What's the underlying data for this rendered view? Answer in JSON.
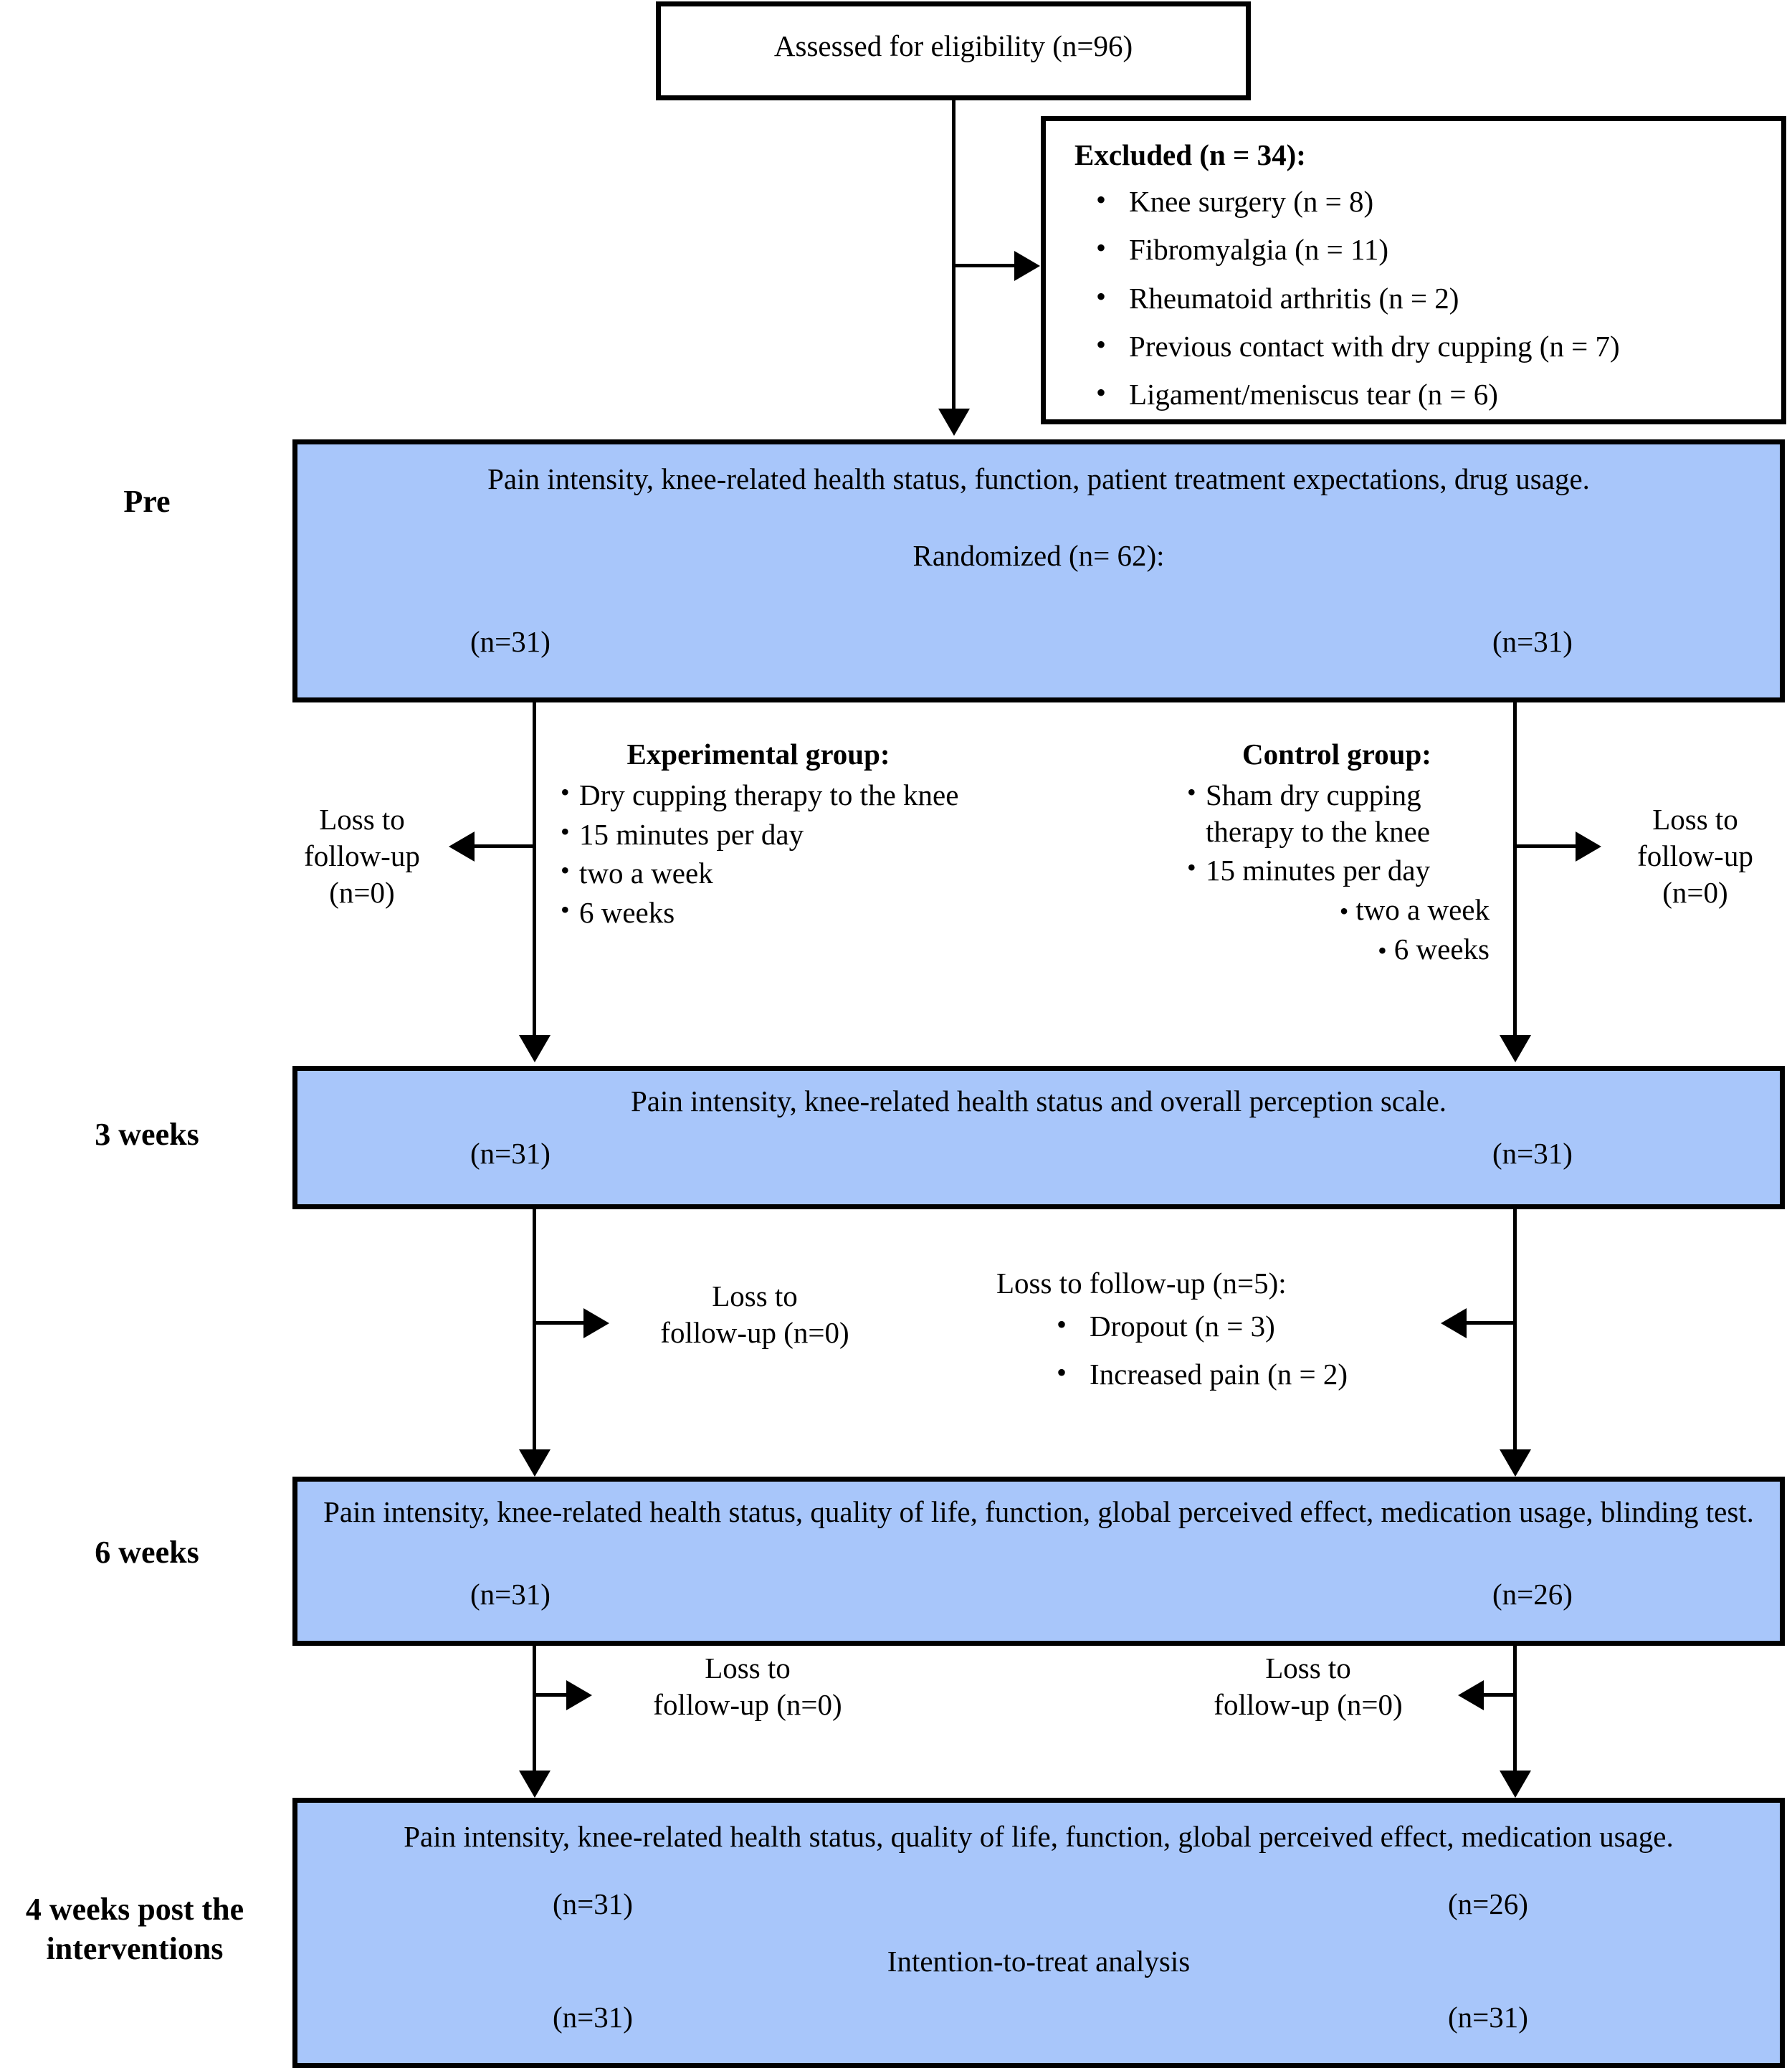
{
  "diagram": {
    "title": "CONSORT participant flow diagram",
    "box_fill_color": "#A8C6FA",
    "border_color": "#000000"
  },
  "stage_labels": {
    "pre": "Pre",
    "week3": "3 weeks",
    "week6": "6 weeks",
    "post": "4 weeks post the interventions"
  },
  "enrollment": {
    "assessed": "Assessed for eligibility (n=96)",
    "excluded_title": "Excluded (n = 34):",
    "excluded_reasons": [
      "Knee surgery (n = 8)",
      "Fibromyalgia (n = 11)",
      "Rheumatoid arthritis (n = 2)",
      "Previous contact with dry cupping (n = 7)",
      "Ligament/meniscus tear (n = 6)"
    ]
  },
  "pre_box": {
    "outcomes": "Pain intensity, knee-related health status, function, patient treatment expectations, drug usage.",
    "randomized": "Randomized (n= 62):",
    "left_n": "(n=31)",
    "right_n": "(n=31)"
  },
  "interventions": {
    "experimental": {
      "heading": "Experimental group:",
      "items": [
        "Dry cupping therapy to the knee",
        "15 minutes per day",
        "two a week",
        "6 weeks"
      ]
    },
    "control": {
      "heading": "Control group:",
      "items": [
        "Sham dry cupping therapy to the knee",
        "15 minutes per day",
        "two a week",
        "6 weeks"
      ]
    },
    "loss_left": "Loss to\nfollow-up\n(n=0)",
    "loss_left_lines": [
      "Loss to",
      "follow-up",
      "(n=0)"
    ],
    "loss_right_lines": [
      "Loss to",
      "follow-up",
      "(n=0)"
    ]
  },
  "week3_box": {
    "outcomes": "Pain intensity, knee-related health status and overall perception scale.",
    "left_n": "(n=31)",
    "right_n": "(n=31)"
  },
  "loss_after_week3": {
    "left_lines": [
      "Loss to",
      "follow-up (n=0)"
    ],
    "right_title": "Loss to follow-up (n=5):",
    "right_reasons": [
      "Dropout (n = 3)",
      "Increased pain (n = 2)"
    ]
  },
  "week6_box": {
    "outcomes": "Pain intensity, knee-related health status, quality of life, function, global perceived effect, medication usage, blinding test.",
    "left_n": "(n=31)",
    "right_n": "(n=26)"
  },
  "loss_after_week6": {
    "left_lines": [
      "Loss to",
      "follow-up (n=0)"
    ],
    "right_lines": [
      "Loss to",
      "follow-up (n=0)"
    ]
  },
  "post_box": {
    "outcomes": "Pain intensity, knee-related health status, quality of life, function, global perceived effect, medication usage.",
    "left_n_top": "(n=31)",
    "right_n_top": "(n=26)",
    "analysis": "Intention-to-treat analysis",
    "left_n_bottom": "(n=31)",
    "right_n_bottom": "(n=31)"
  }
}
